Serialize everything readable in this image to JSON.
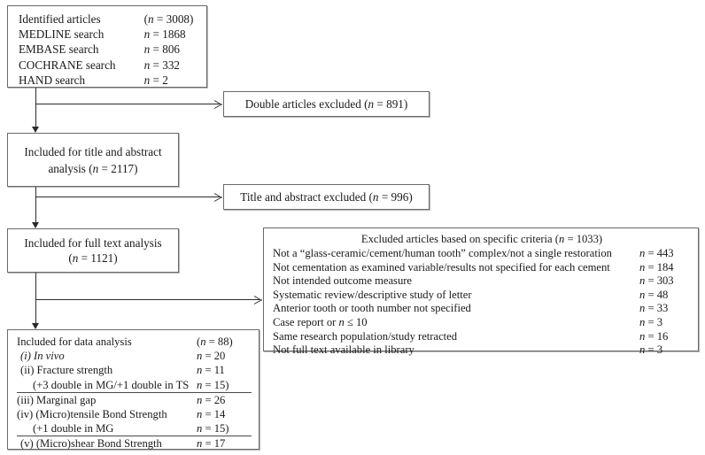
{
  "diagram": {
    "title": "Study selection flow diagram",
    "n_symbol": "n",
    "colors": {
      "box_border": "#6a6a6a",
      "line": "#2b2b2b",
      "background": "#ffffff",
      "text": "#1a1a1a"
    }
  },
  "identified": {
    "rows": [
      {
        "label": "Identified articles",
        "value": "(n = 3008)"
      },
      {
        "label": "MEDLINE search",
        "value": "n = 1868"
      },
      {
        "label": "EMBASE search",
        "value": "n = 806"
      },
      {
        "label": "COCHRANE search",
        "value": "n = 332"
      },
      {
        "label": "HAND search",
        "value": "n = 2"
      }
    ]
  },
  "double_excluded": {
    "caption": "Double articles excluded (n = 891)"
  },
  "title_abstract": {
    "line1": "Included for title and abstract",
    "line2": "analysis (n = 2117)"
  },
  "title_abstract_excluded": {
    "caption": "Title and abstract excluded (n = 996)"
  },
  "full_text": {
    "line1": "Included for full text analysis",
    "line2": "(n = 1121)"
  },
  "criteria": {
    "heading": "Excluded articles based on specific criteria  (n = 1033)",
    "rows": [
      {
        "label": "Not a “glass-ceramic/cement/human tooth” complex/not a single restoration",
        "value": "n = 443"
      },
      {
        "label": "Not cementation as examined variable/results not specified for each cement",
        "value": "n = 184"
      },
      {
        "label": "Not intended outcome measure",
        "value": "n = 303"
      },
      {
        "label": "Systematic review/descriptive study of letter",
        "value": "n = 48"
      },
      {
        "label": "Anterior tooth or tooth number not specified",
        "value": "n = 33"
      },
      {
        "label": "Case report or n ≤ 10",
        "value": "n = 3"
      },
      {
        "label": "Same research population/study retracted",
        "value": "n = 16"
      },
      {
        "label": "Not full text available in library",
        "value": "n = 3"
      }
    ]
  },
  "data_analysis": {
    "rows": [
      {
        "label": "Included for data analysis",
        "value": "(n = 88)",
        "indent": 0,
        "underline": false,
        "italic_part": ""
      },
      {
        "label": "(i) In vivo",
        "value": "n = 20",
        "indent": 1,
        "underline": false,
        "italic_part": "In vivo"
      },
      {
        "label": "(ii) Fracture strength",
        "value": "n = 11",
        "indent": 1,
        "underline": false,
        "italic_part": ""
      },
      {
        "label": "(+3 double in MG/+1 double in TS",
        "value": "n = 15)",
        "indent": 2,
        "underline": true,
        "italic_part": ""
      },
      {
        "label": "(iii) Marginal gap",
        "value": "n = 26",
        "indent": 0,
        "underline": false,
        "italic_part": ""
      },
      {
        "label": "(iv) (Micro)tensile Bond Strength",
        "value": "n = 14",
        "indent": 0,
        "underline": false,
        "italic_part": ""
      },
      {
        "label": "(+1 double in MG",
        "value": "n = 15)",
        "indent": 2,
        "underline": true,
        "italic_part": ""
      },
      {
        "label": "(v) (Micro)shear Bond Strength",
        "value": "n = 17",
        "indent": 1,
        "underline": false,
        "italic_part": ""
      }
    ]
  }
}
